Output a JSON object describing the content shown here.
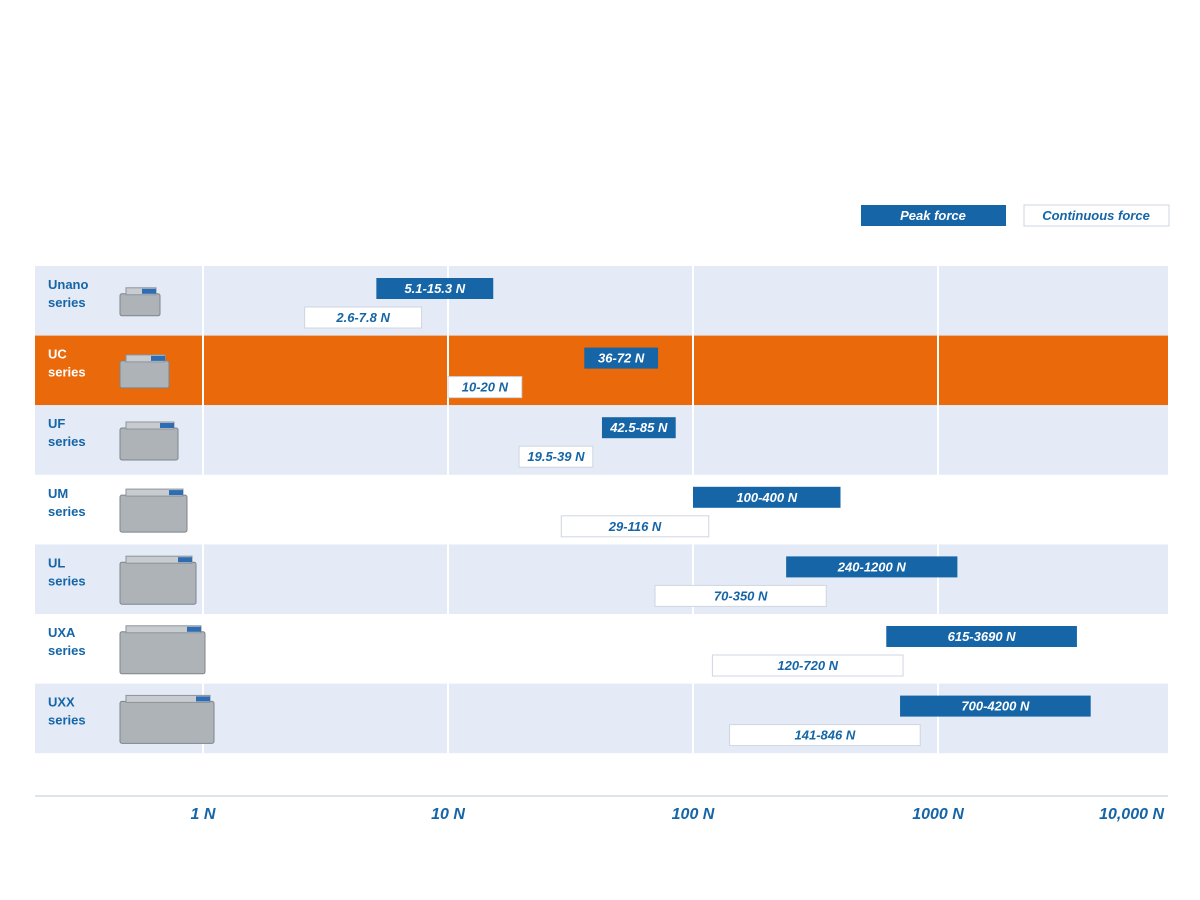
{
  "chart_data": {
    "type": "bar",
    "orientation": "horizontal-range",
    "x_scale": "log",
    "xlim": [
      1,
      10000
    ],
    "x_ticks": [
      {
        "value": 1,
        "label": "1 N"
      },
      {
        "value": 10,
        "label": "10 N"
      },
      {
        "value": 100,
        "label": "100 N"
      },
      {
        "value": 1000,
        "label": "1000 N"
      },
      {
        "value": 10000,
        "label": "10,000 N"
      }
    ],
    "legend": {
      "placement": "top-right",
      "items": [
        {
          "name": "Peak force",
          "style": "filled",
          "color": "#1565a7"
        },
        {
          "name": "Continuous force",
          "style": "outlined",
          "color": "#ffffff"
        }
      ]
    },
    "highlight_color": "#ea690b",
    "band_color": "#e4ebf6",
    "categories": [
      {
        "name": "Unano",
        "sub": "series",
        "icon": "unano-motor-icon",
        "highlight": false
      },
      {
        "name": "UC",
        "sub": "series",
        "icon": "uc-motor-icon",
        "highlight": true
      },
      {
        "name": "UF",
        "sub": "series",
        "icon": "uf-motor-icon",
        "highlight": false
      },
      {
        "name": "UM",
        "sub": "series",
        "icon": "um-motor-icon",
        "highlight": false
      },
      {
        "name": "UL",
        "sub": "series",
        "icon": "ul-motor-icon",
        "highlight": false
      },
      {
        "name": "UXA",
        "sub": "series",
        "icon": "uxa-motor-icon",
        "highlight": false
      },
      {
        "name": "UXX",
        "sub": "series",
        "icon": "uxx-motor-icon",
        "highlight": false
      }
    ],
    "series": [
      {
        "name": "Peak force",
        "ranges": [
          [
            5.1,
            15.3
          ],
          [
            36,
            72
          ],
          [
            42.5,
            85
          ],
          [
            100,
            400
          ],
          [
            240,
            1200
          ],
          [
            615,
            3690
          ],
          [
            700,
            4200
          ]
        ],
        "labels": [
          "5.1-15.3 N",
          "36-72 N",
          "42.5-85 N",
          "100-400 N",
          "240-1200 N",
          "615-3690 N",
          "700-4200 N"
        ]
      },
      {
        "name": "Continuous force",
        "ranges": [
          [
            2.6,
            7.8
          ],
          [
            10,
            20
          ],
          [
            19.5,
            39
          ],
          [
            29,
            116
          ],
          [
            70,
            350
          ],
          [
            120,
            720
          ],
          [
            141,
            846
          ]
        ],
        "labels": [
          "2.6-7.8 N",
          "10-20 N",
          "19.5-39 N",
          "29-116 N",
          "70-350 N",
          "120-720 N",
          "141-846 N"
        ]
      }
    ]
  }
}
